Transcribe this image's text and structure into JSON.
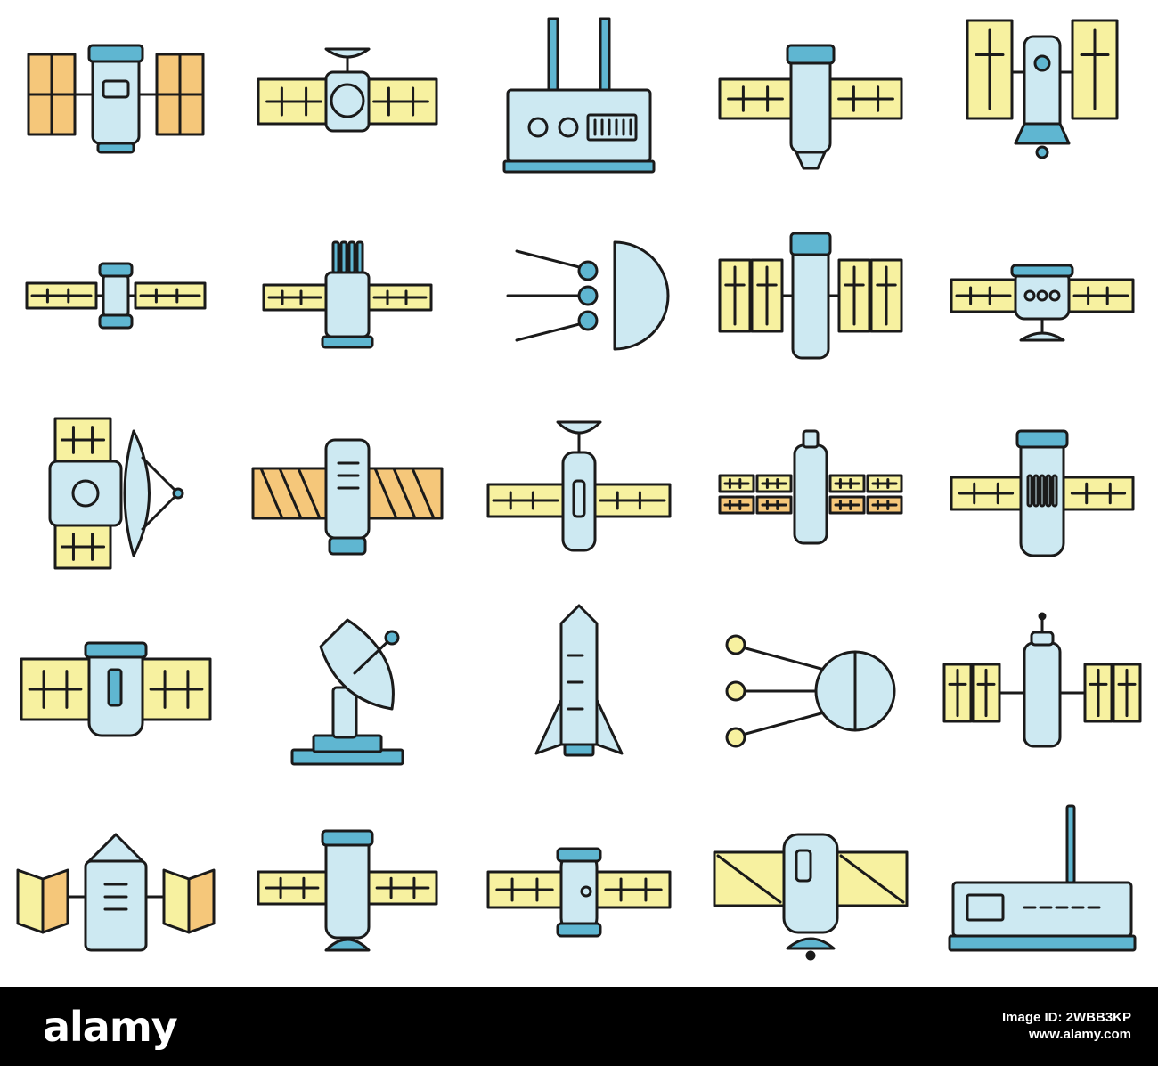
{
  "colors": {
    "panel": "#f7f1a0",
    "panel_orange": "#f5c77a",
    "body": "#cde9f2",
    "accent": "#5fb6d1",
    "outline": "#1a1a1a",
    "bar": "#000000",
    "bar_text": "#ffffff"
  },
  "icons": [
    "satellite-square-panels-icon",
    "satellite-dish-top-icon",
    "ground-station-router-icon",
    "satellite-module-icon",
    "satellite-vertical-panels-icon",
    "satellite-long-wings-icon",
    "satellite-antenna-array-icon",
    "sputnik-three-rods-icon",
    "satellite-double-panels-icon",
    "satellite-dish-bottom-icon",
    "satellite-big-dish-icon",
    "satellite-striped-panels-icon",
    "satellite-dish-cup-icon",
    "satellite-split-panels-icon",
    "satellite-cylinder-icon",
    "satellite-compact-icon",
    "ground-radar-dish-icon",
    "rocket-icon",
    "sputnik-balls-icon",
    "satellite-quad-panels-icon",
    "satellite-folded-panels-icon",
    "satellite-round-base-icon",
    "satellite-capsule-icon",
    "satellite-diagonal-panels-icon",
    "ground-station-receiver-icon"
  ],
  "footer": {
    "brand": "alamy",
    "image_id_line": "Image ID: 2WBB3KP",
    "site_line": "www.alamy.com"
  }
}
